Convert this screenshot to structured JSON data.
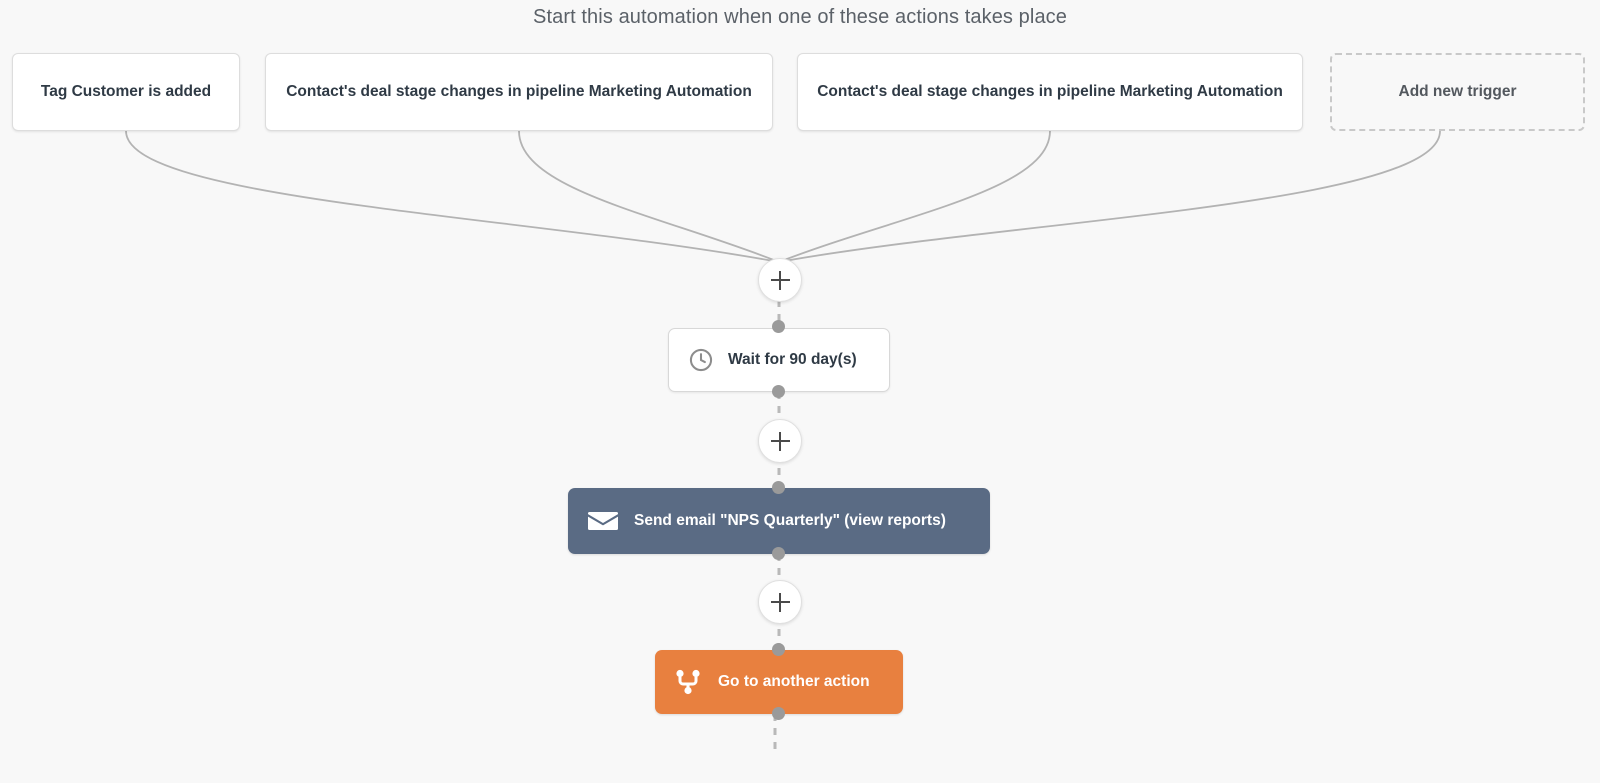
{
  "header": {
    "title": "Start this automation when one of these actions takes place"
  },
  "triggers": [
    {
      "label": "Tag Customer is added",
      "kind": "trigger"
    },
    {
      "label": "Contact's deal stage changes in pipeline Marketing Automation",
      "kind": "trigger"
    },
    {
      "label": "Contact's deal stage changes in pipeline Marketing Automation",
      "kind": "trigger"
    },
    {
      "label": "Add new trigger",
      "kind": "add"
    }
  ],
  "flow": {
    "add_step_label": "+",
    "steps": [
      {
        "label": "Wait for 90 day(s)",
        "icon": "clock-icon",
        "style": "white",
        "wait_days": 90
      },
      {
        "label": "Send email \"NPS Quarterly\" (view reports)",
        "icon": "envelope-icon",
        "style": "slate",
        "email_name": "NPS Quarterly",
        "link_text": "view reports"
      },
      {
        "label": "Go to another action",
        "icon": "branch-icon",
        "style": "orange"
      }
    ]
  },
  "colors": {
    "background": "#f8f8f8",
    "email_node": "#5a6b84",
    "goto_node": "#e8803f",
    "connector": "#b0b0b0",
    "text_dark": "#2f3a45",
    "header_text": "#5b6168"
  }
}
